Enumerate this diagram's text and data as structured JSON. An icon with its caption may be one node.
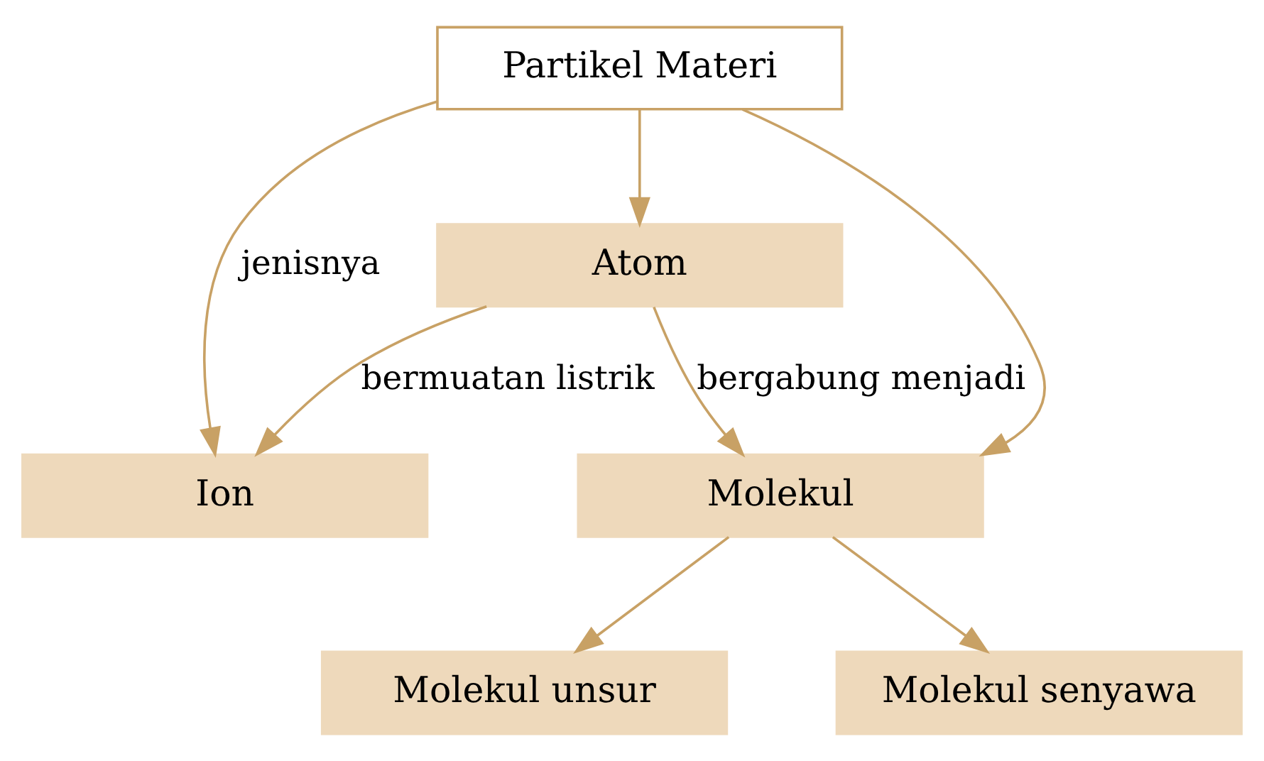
{
  "diagram": {
    "nodes": [
      {
        "text": [
          "Partikel Materi"
        ]
      },
      {
        "text": [
          "Atom"
        ]
      },
      {
        "text": [
          "Ion"
        ]
      },
      {
        "text": [
          "Molekul"
        ]
      },
      {
        "text": [
          "Molekul unsur"
        ]
      },
      {
        "text": [
          "Molekul senyawa"
        ]
      }
    ],
    "edges": [
      {
        "from": 0,
        "to": 1,
        "arrow": "to"
      },
      {
        "from": 0,
        "to": 2,
        "arrow": "to",
        "label": "jenisnya"
      },
      {
        "from": 0,
        "to": 3,
        "arrow": "to"
      },
      {
        "from": 1,
        "to": 2,
        "arrow": "to",
        "label": "bermuatan listrik"
      },
      {
        "from": 1,
        "to": 3,
        "arrow": "to",
        "label": "bergabung menjadi"
      },
      {
        "from": 3,
        "to": 4,
        "arrow": "to"
      },
      {
        "from": 3,
        "to": 5,
        "arrow": "to"
      }
    ]
  }
}
